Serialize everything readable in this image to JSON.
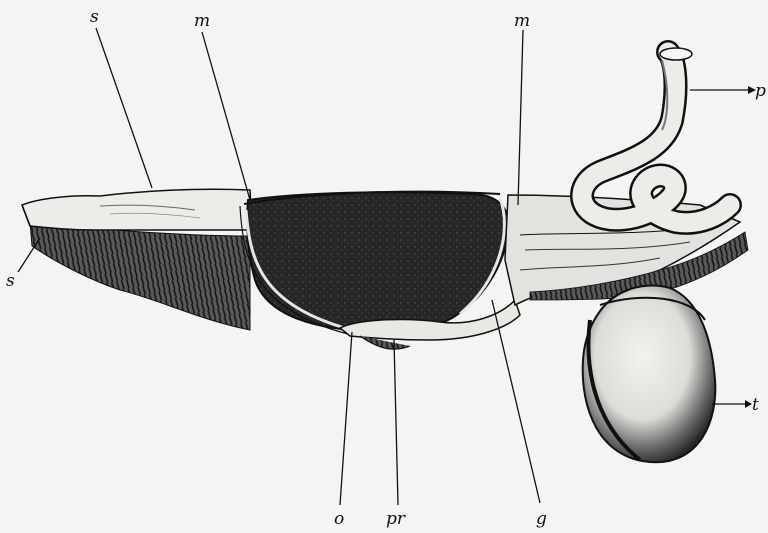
{
  "figure": {
    "labels": {
      "s_top": "s",
      "m_left": "m",
      "m_right": "m",
      "p": "p",
      "s_left": "s",
      "t": "t",
      "o": "o",
      "pr": "pr",
      "g": "g"
    },
    "colors": {
      "background": "#f4f4f2",
      "ink": "#111111",
      "dark_mass": "#1f1f1f",
      "light_tissue": "#e9e9e6"
    }
  }
}
